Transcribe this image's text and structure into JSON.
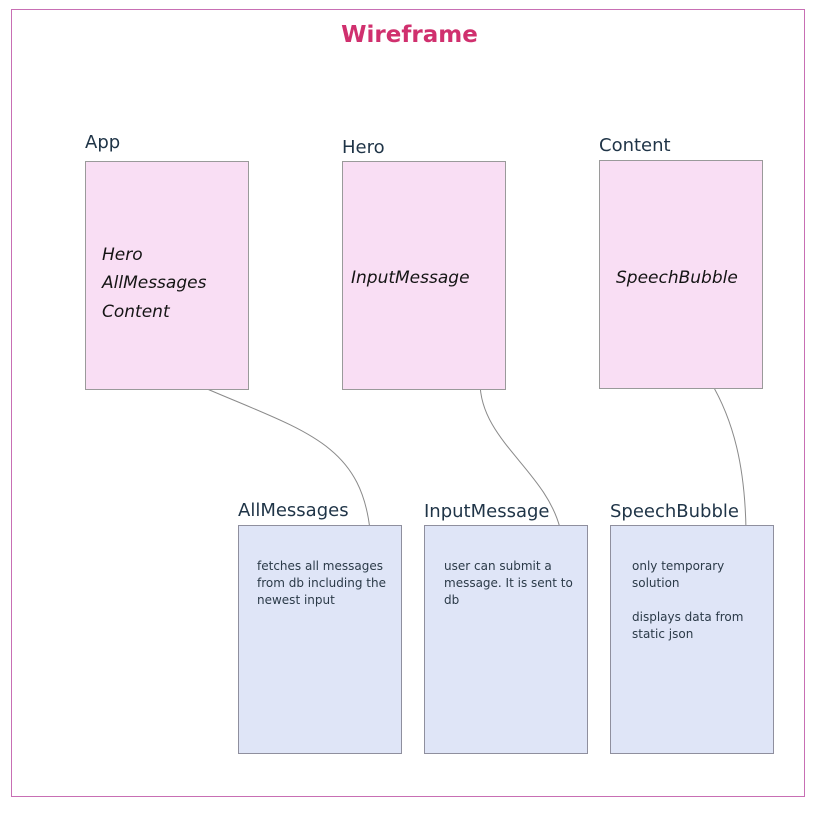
{
  "title": "Wireframe",
  "components": [
    {
      "name": "App",
      "children": [
        "Hero",
        "AllMessages",
        "Content"
      ]
    },
    {
      "name": "Hero",
      "children": [
        "InputMessage"
      ]
    },
    {
      "name": "Content",
      "children": [
        "SpeechBubble"
      ]
    }
  ],
  "details": [
    {
      "name": "AllMessages",
      "lines": [
        "fetches all messages from db including the newest input"
      ]
    },
    {
      "name": "InputMessage",
      "lines": [
        "user can submit a message. It is sent to db"
      ]
    },
    {
      "name": "SpeechBubble",
      "lines": [
        "only temporary solution",
        "displays data from static json"
      ]
    }
  ],
  "colors": {
    "title": "#d0306e",
    "frame_border": "#c86fb4",
    "component_fill": "#f9def4",
    "detail_fill": "#dfe5f7",
    "connector": "#8a8a8a"
  }
}
